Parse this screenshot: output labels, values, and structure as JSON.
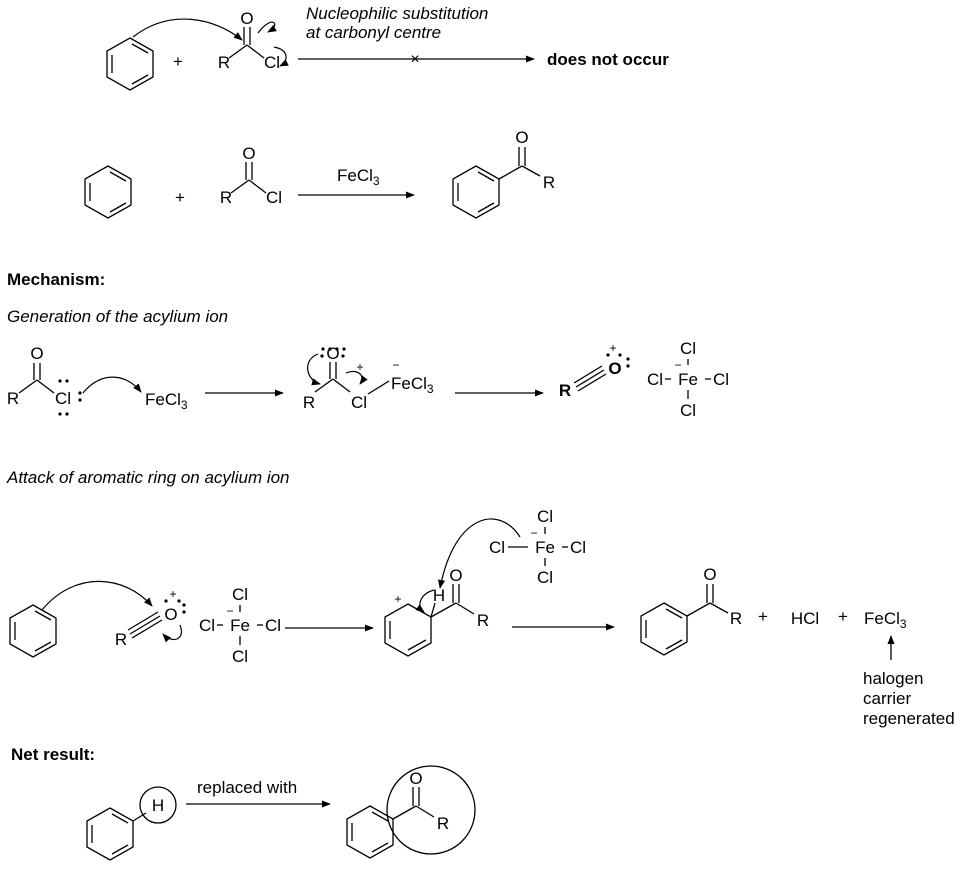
{
  "labels": {
    "title_nuc_line1": "Nucleophilic substitution",
    "title_nuc_line2": "at carbonyl centre",
    "does_not_occur": "does not occur",
    "fecl3_reagent": "FeCl3",
    "mechanism": "Mechanism:",
    "generation": "Generation of the acylium ion",
    "attack": "Attack of aromatic ring on acylium ion",
    "net_result": "Net result:",
    "replaced_with": "replaced with",
    "plus": "+",
    "cross": "×",
    "hcl": "HCl",
    "carrier_line1": "halogen",
    "carrier_line2": "carrier",
    "carrier_line3": "regenerated"
  },
  "atoms": {
    "R": "R",
    "O": "O",
    "Cl": "Cl",
    "Fe": "Fe",
    "H": "H",
    "Fe_prefix": "Fe",
    "Cl_suffix": "Cl",
    "sub3": "3",
    "minus": "−",
    "plus_charge": "+"
  }
}
